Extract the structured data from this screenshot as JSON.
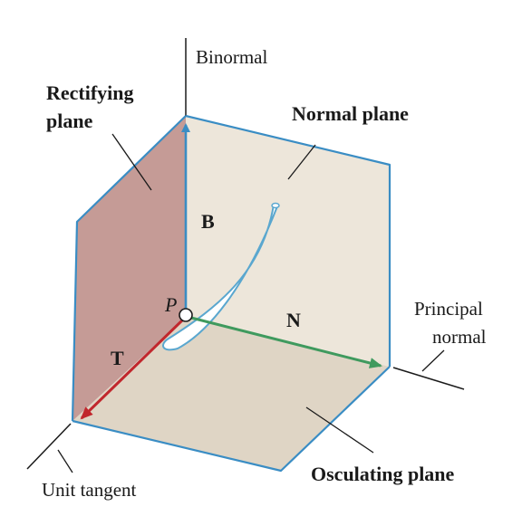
{
  "labels": {
    "binormal": "Binormal",
    "rectifying_line1": "Rectifying",
    "rectifying_line2": "plane",
    "normal_plane": "Normal plane",
    "principal_line1": "Principal",
    "principal_line2": "normal",
    "unit_tangent": "Unit tangent",
    "osculating_plane": "Osculating plane",
    "point_P": "P",
    "vector_B": "B",
    "vector_N": "N",
    "vector_T": "T"
  },
  "colors": {
    "rectifying_plane": "#c59b96",
    "normal_plane": "#ede6da",
    "osculating_plane": "#dfd5c5",
    "edges": "#3a8dc4",
    "vector_B": "#3a8dc4",
    "vector_N": "#3f9a5e",
    "vector_T": "#c1272d",
    "curve_fill": "#ffffff",
    "curve_outline": "#5aa7cf"
  }
}
